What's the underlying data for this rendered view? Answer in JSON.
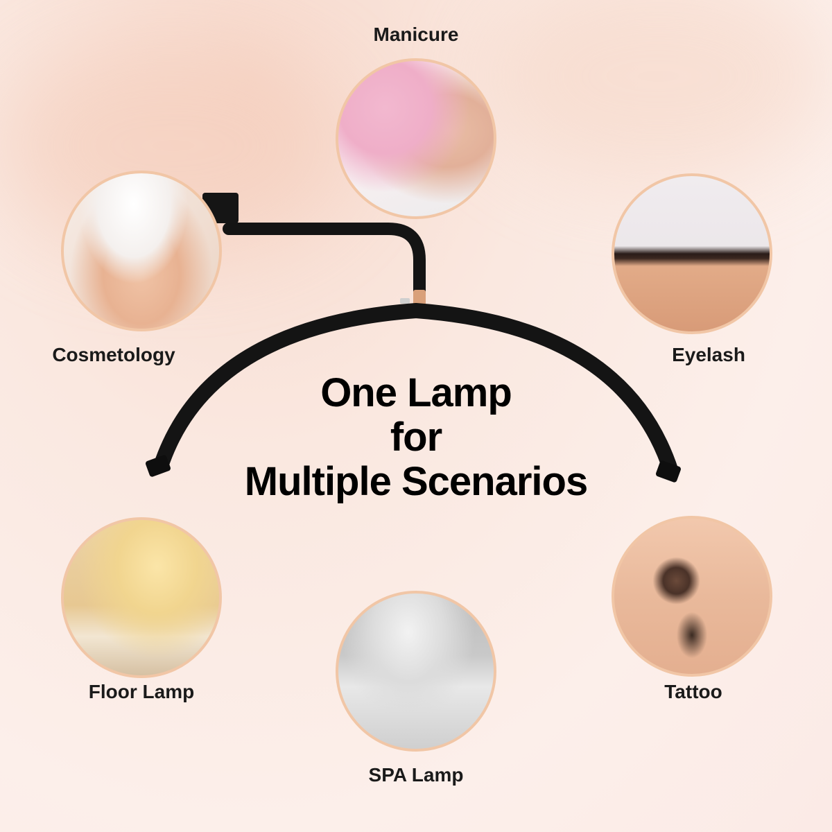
{
  "headline": {
    "line1": "One Lamp",
    "line2": "for",
    "line3": "Multiple Scenarios"
  },
  "scenarios": [
    {
      "id": "manicure",
      "label": "Manicure",
      "image": "manicure-photo"
    },
    {
      "id": "cosmetology",
      "label": "Cosmetology",
      "image": "facial-treatment-photo"
    },
    {
      "id": "eyelash",
      "label": "Eyelash",
      "image": "eyelash-extension-photo"
    },
    {
      "id": "floor-lamp",
      "label": "Floor Lamp",
      "image": "living-room-floor-lamp-photo"
    },
    {
      "id": "spa-lamp",
      "label": "SPA Lamp",
      "image": "spa-bed-lamp-photo"
    },
    {
      "id": "tattoo",
      "label": "Tattoo",
      "image": "eyebrow-tattoo-photo"
    }
  ],
  "colors": {
    "background": "#fbebe5",
    "circle_border": "#f1c6a6",
    "lamp": "#141414",
    "accent_rose_gold": "#d9a07a",
    "text": "#1a1a1a"
  }
}
